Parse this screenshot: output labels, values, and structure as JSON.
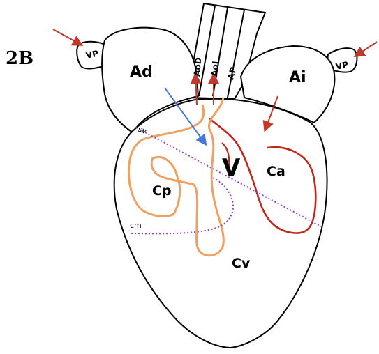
{
  "figure_label": "2B",
  "labels": {
    "vp_left": "VP",
    "vp_right": "VP",
    "ad": "Ad",
    "ai": "Ai",
    "aod": "AoD",
    "aoi": "AoI",
    "ap": "AP",
    "sv": "sv",
    "v": "V",
    "cp": "Cp",
    "ca": "Ca",
    "cv": "Cv",
    "cm": "cm"
  },
  "colors": {
    "outline": "#000000",
    "red_arrow": "#c0392b",
    "red_line": "#c0271a",
    "blue_arrow": "#4a78d6",
    "orange_line": "#f0a060",
    "purple_dotted": "#9b3fc9"
  }
}
